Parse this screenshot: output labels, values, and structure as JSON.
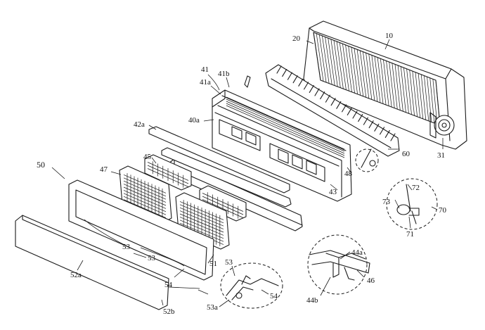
{
  "labels": {
    "l10": "10",
    "l20": "20",
    "l31": "31",
    "l40a": "40a",
    "l41": "41",
    "l41a": "41a",
    "l41b": "41b",
    "l42a": "42a",
    "l43": "43",
    "l44a": "44a",
    "l44b": "44b",
    "l45": "45",
    "l46": "46",
    "l47": "47",
    "l48": "48",
    "l50": "50",
    "l51": "51",
    "l52a": "52a",
    "l52b": "52b",
    "l53": "53",
    "l53b": "53",
    "l53c": "53",
    "l53a": "53a",
    "l54": "54",
    "l54b": "54",
    "l60": "60",
    "l70": "70",
    "l71": "71",
    "l72": "72",
    "l73": "73"
  }
}
